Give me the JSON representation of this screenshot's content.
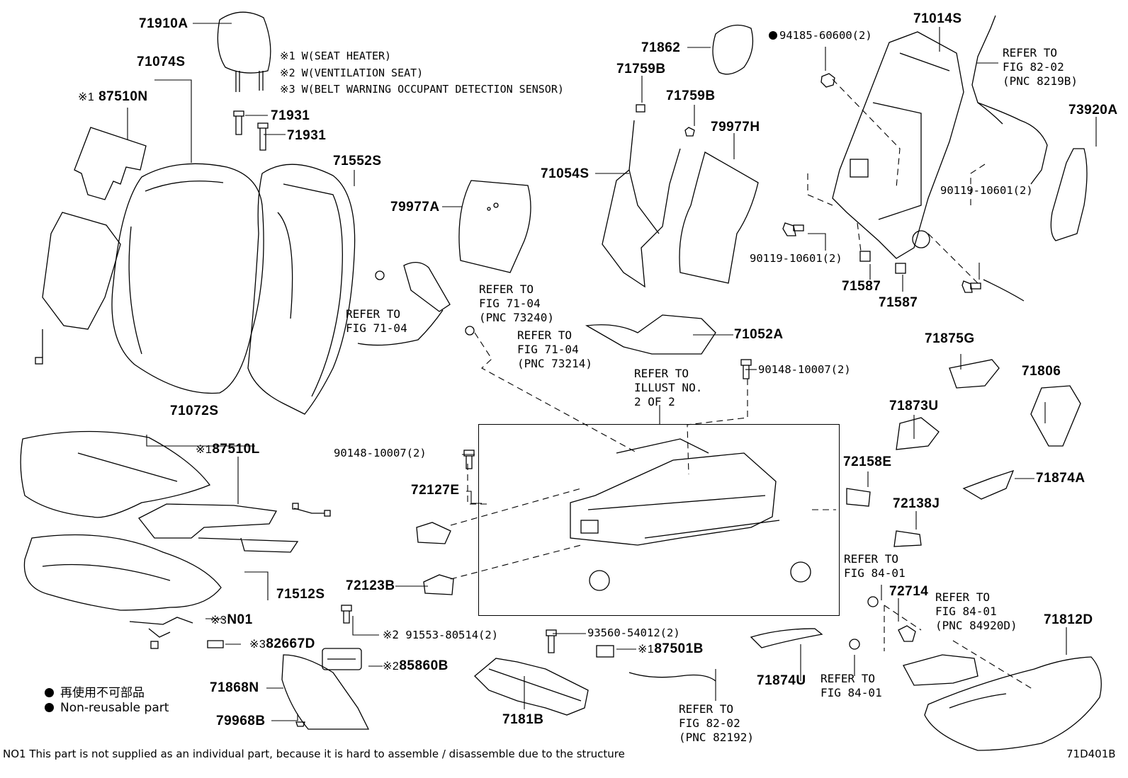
{
  "parts": {
    "p71910A": "71910A",
    "p71074S": "71074S",
    "p87510N": "87510N",
    "p71931a": "71931",
    "p71931b": "71931",
    "p71552S": "71552S",
    "p79977A": "79977A",
    "p71862": "71862",
    "p71759Ba": "71759B",
    "p71759Bb": "71759B",
    "p79977H": "79977H",
    "p71054S": "71054S",
    "p71014S": "71014S",
    "p73920A": "73920A",
    "p71587a": "71587",
    "p71587b": "71587",
    "p71052A": "71052A",
    "p71072S": "71072S",
    "p87510L": "87510L",
    "p71875G": "71875G",
    "p71806": "71806",
    "p71873U": "71873U",
    "p72158E": "72158E",
    "p71874A": "71874A",
    "p72127E": "72127E",
    "p72138J": "72138J",
    "p72123B": "72123B",
    "p71512S": "71512S",
    "pN01": "N01",
    "p82667D": "82667D",
    "p85860B": "85860B",
    "p71868N": "71868N",
    "p79968B": "79968B",
    "p7181B": "7181B",
    "p87501B": "87501B",
    "p72714": "72714",
    "p71874U": "71874U",
    "p71812D": "71812D"
  },
  "part_codes": {
    "c94185": "94185-60600(2)",
    "c90119a": "90119-10601(2)",
    "c90119b": "90119-10601(2)",
    "c90148a": "90148-10007(2)",
    "c90148b": "90148-10007(2)",
    "c91553": "91553-80514(2)",
    "c93560": "93560-54012(2)"
  },
  "symbols": {
    "s1": "※1",
    "s2": "※2",
    "s3": "※3"
  },
  "notes": {
    "n1": "※1 W(SEAT HEATER)",
    "n2": "※2 W(VENTILATION SEAT)",
    "n3": "※3 W(BELT WARNING OCCUPANT DETECTION SENSOR)"
  },
  "refs": {
    "r_fig8202_top": "REFER TO\nFIG 82-02\n(PNC 8219B)",
    "r_fig7104_a": "REFER TO\nFIG 71-04",
    "r_fig7104_b": "REFER TO\nFIG 71-04\n(PNC 73240)",
    "r_fig7104_c": "REFER TO\nFIG 71-04\n(PNC 73214)",
    "r_illust": "REFER TO\nILLUST NO.\n2 OF 2",
    "r_fig8401_a": "REFER TO\nFIG 84-01",
    "r_fig8401_b": "REFER TO\nFIG 84-01\n(PNC 84920D)",
    "r_fig8401_c": "REFER TO\nFIG 84-01",
    "r_fig8202_bot": "REFER TO\nFIG 82-02\n(PNC 82192)"
  },
  "legend": {
    "jp": "再使用不可部品",
    "en": "Non-reusable part"
  },
  "footer": {
    "note": "NO1 This part is not supplied as an individual part, because it is hard to assemble / disassemble due to the structure",
    "illust_id": "71D401B"
  }
}
